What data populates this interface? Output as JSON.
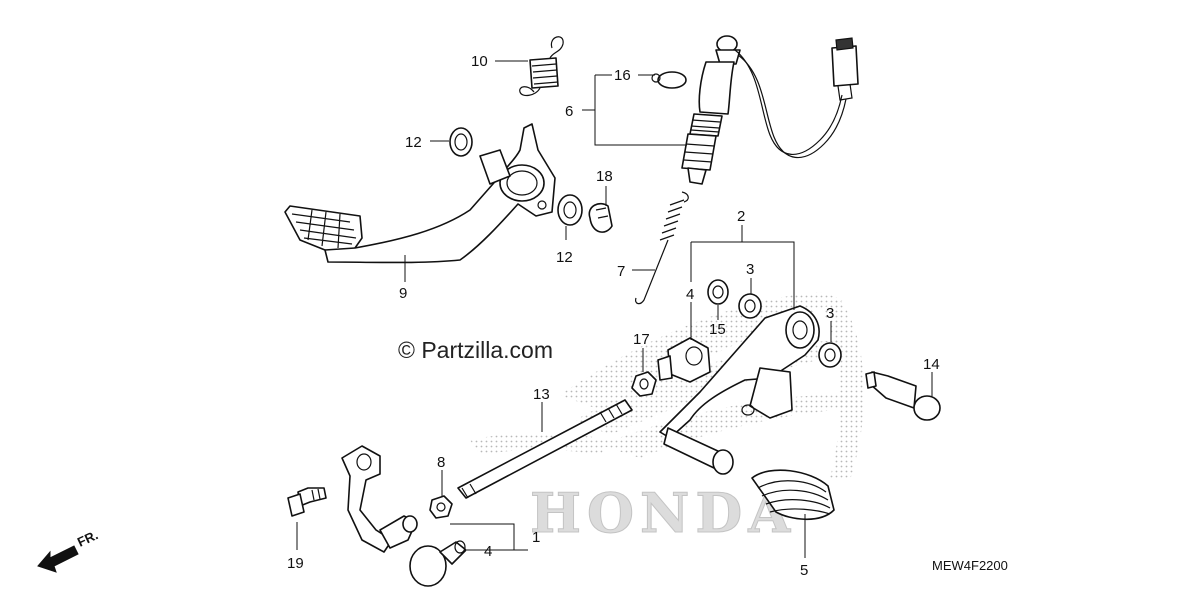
{
  "watermark": {
    "copyright": "© Partzilla.com",
    "brand": "HONDA"
  },
  "diagram_code": "MEW4F2200",
  "direction_indicator": {
    "label": "FR."
  },
  "callouts": [
    {
      "id": "c10",
      "label": "10"
    },
    {
      "id": "c16",
      "label": "16"
    },
    {
      "id": "c6",
      "label": "6"
    },
    {
      "id": "c12a",
      "label": "12"
    },
    {
      "id": "c18",
      "label": "18"
    },
    {
      "id": "c12b",
      "label": "12"
    },
    {
      "id": "c9",
      "label": "9"
    },
    {
      "id": "c7",
      "label": "7"
    },
    {
      "id": "c2",
      "label": "2"
    },
    {
      "id": "c4a",
      "label": "4"
    },
    {
      "id": "c3a",
      "label": "3"
    },
    {
      "id": "c15",
      "label": "15"
    },
    {
      "id": "c3b",
      "label": "3"
    },
    {
      "id": "c17",
      "label": "17"
    },
    {
      "id": "c14",
      "label": "14"
    },
    {
      "id": "c13",
      "label": "13"
    },
    {
      "id": "c8",
      "label": "8"
    },
    {
      "id": "c19",
      "label": "19"
    },
    {
      "id": "c4b",
      "label": "4"
    },
    {
      "id": "c1",
      "label": "1"
    },
    {
      "id": "c5",
      "label": "5"
    }
  ]
}
